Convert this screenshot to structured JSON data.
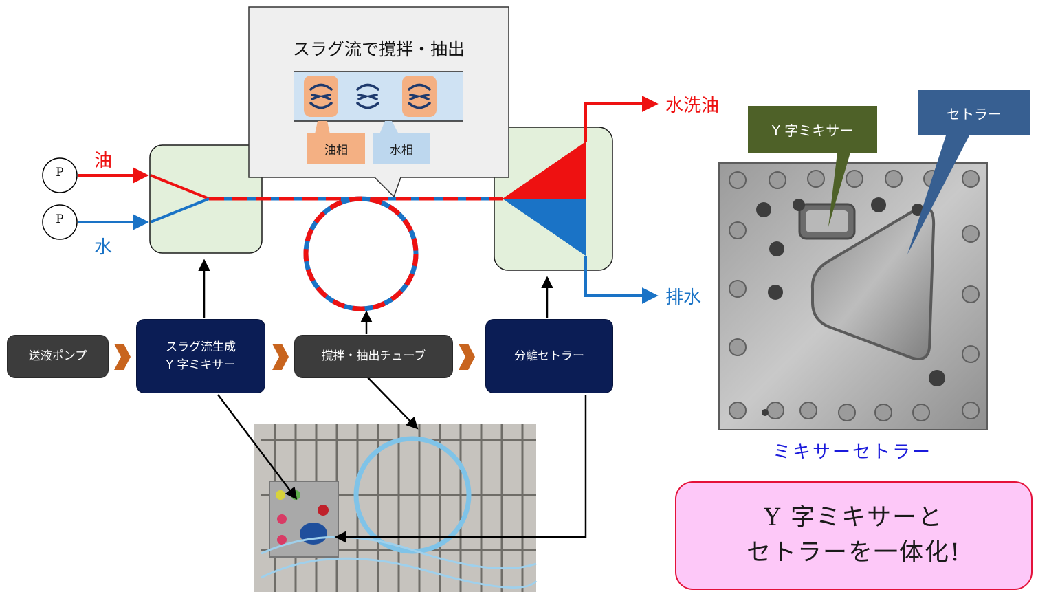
{
  "callout": {
    "title": "スラグ流で撹拌・抽出",
    "oil_phase_label": "油相",
    "water_phase_label": "水相"
  },
  "inputs": {
    "pump_symbol": "P",
    "oil_label": "油",
    "water_label": "水"
  },
  "outputs": {
    "washed_oil_label": "水洗油",
    "drain_label": "排水"
  },
  "flow": [
    {
      "label": "送液ポンプ"
    },
    {
      "label": "スラグ流生成\nY 字ミキサー"
    },
    {
      "label": "撹拌・抽出チューブ"
    },
    {
      "label": "分離セトラー"
    }
  ],
  "photo": {
    "mixer_callout": "Y 字ミキサー",
    "settler_callout": "セトラー",
    "caption": "ミキサーセトラー"
  },
  "summary": {
    "line1": "Y 字ミキサーと",
    "line2": "セトラーを一体化!"
  },
  "colors": {
    "oil": "#ee1111",
    "water": "#1a73c6",
    "module_fill": "#e3f0db",
    "stage_gray": "#3c3c3c",
    "stage_navy": "#0b1d55",
    "arrow_orange": "#c8641e",
    "oil_phase_fill": "#f4b083",
    "water_phase_fill": "#bdd7ee",
    "mixer_callout": "#4e6128",
    "settler_callout": "#375f91",
    "summary_fill": "#fdc8f8",
    "summary_border": "#e4123a",
    "caption": "#1a1adb"
  }
}
